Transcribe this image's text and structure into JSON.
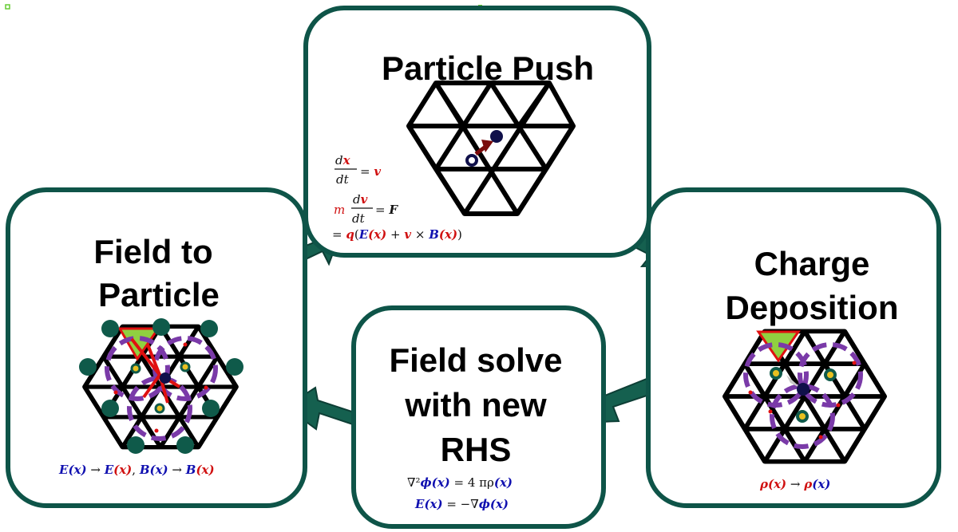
{
  "colors": {
    "box_stroke": "#0e5448",
    "arrow_fill": "#15604f",
    "arrow_edge": "#0d3e35",
    "mesh": "#000000",
    "node": "#0f5a4a",
    "purple": "#7a3aa8",
    "red": "#e01010",
    "green": "#90d040",
    "particle": "#10104a"
  },
  "boxes": {
    "push": {
      "title": "Particle Push",
      "eq1": {
        "d1": "d",
        "x": "x",
        "dt": "dt",
        "eqv": "= ",
        "v": "v"
      },
      "eq2": {
        "m": "m",
        "d": "d",
        "v": "v",
        "dt": "dt",
        "eqF": "= ",
        "F": "F"
      },
      "eq3": {
        "pre": "= ",
        "q": "q",
        "lp": "(",
        "E": "E",
        "x1": "(x)",
        "plus": " + ",
        "v": "v",
        "times": " × ",
        "B": "B",
        "x2": "(x)",
        "rp": ")"
      }
    },
    "field_to_particle": {
      "title_line1": "Field to",
      "title_line2": "Particle",
      "eq": {
        "E1": "E",
        "x1": "(x)",
        "arrow1": " → ",
        "E2": "E",
        "x2": "(x)",
        "comma": ", ",
        "B1": "B",
        "x3": "(x)",
        "arrow2": " → ",
        "B2": "B",
        "x4": "(x)"
      }
    },
    "charge_deposition": {
      "title_line1": "Charge",
      "title_line2": "Deposition",
      "eq": {
        "rho1": "ρ",
        "x1": "(x)",
        "arrow": " → ",
        "rho2": "ρ",
        "x2": "(x)"
      }
    },
    "field_solve": {
      "title_line1": "Field solve",
      "title_line2": "with new",
      "title_line3": "RHS",
      "eq1": {
        "nabla": "∇²",
        "phi": "ϕ",
        "x": "(x)",
        "rhs": " = 4 πρ",
        "x2": "(x)"
      },
      "eq2": {
        "E": "E",
        "x": "(x)",
        "mid": " = −∇",
        "phi": "ϕ",
        "x2": "(x)"
      }
    }
  }
}
